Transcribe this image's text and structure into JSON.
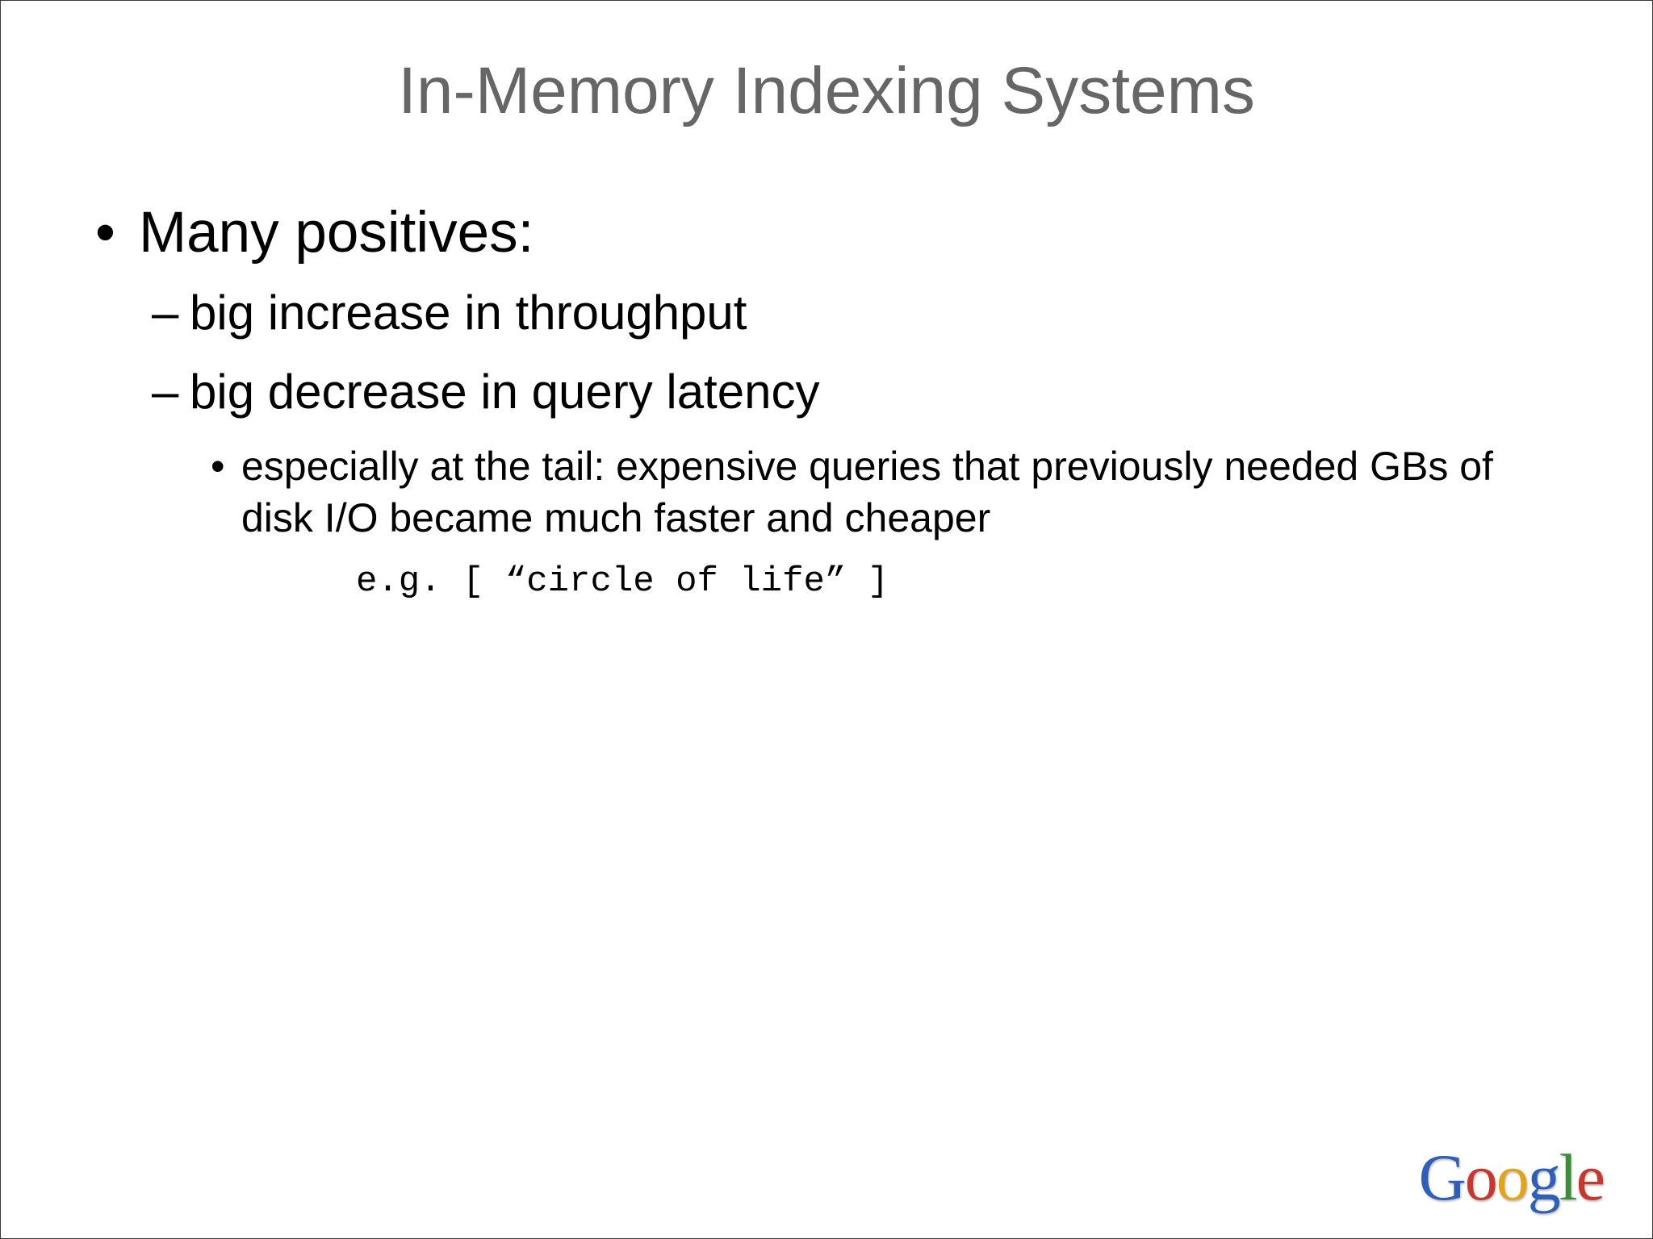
{
  "slide": {
    "title": "In-Memory Indexing Systems",
    "bullet_1": {
      "marker": "•",
      "text": "Many positives:"
    },
    "sub_bullets": [
      {
        "marker": "–",
        "text": "big increase in throughput"
      },
      {
        "marker": "–",
        "text": "big decrease in query latency"
      }
    ],
    "sub_sub_bullet": {
      "marker": "•",
      "text": "especially at the tail: expensive queries that previously needed GBs of disk I/O became much faster and cheaper"
    },
    "example": "e.g. [ “circle of life” ]",
    "logo": {
      "text": "Google",
      "letters": [
        "G",
        "o",
        "o",
        "g",
        "l",
        "e"
      ],
      "colors": [
        "#2f5fb8",
        "#c8372d",
        "#e3a31b",
        "#2f5fb8",
        "#3b8d3a",
        "#c8372d"
      ]
    }
  }
}
